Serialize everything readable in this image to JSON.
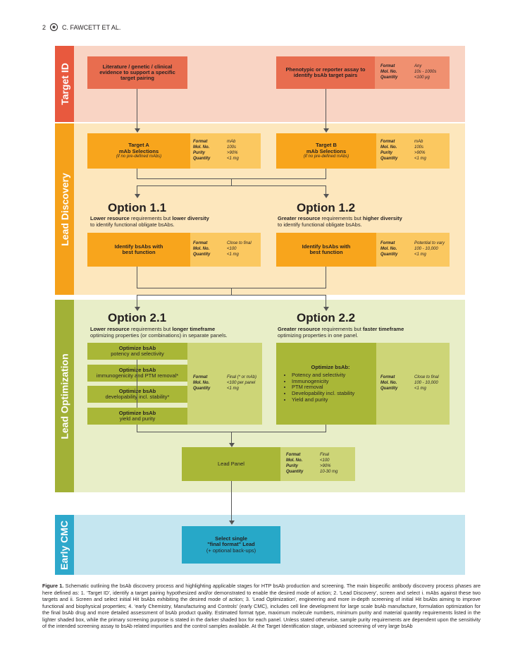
{
  "header": {
    "page_number": "2",
    "authors": "C. FAWCETT ET AL."
  },
  "phases": {
    "target_id": "Target ID",
    "lead_discovery": "Lead Discovery",
    "lead_optimization": "Lead Optimization",
    "early_cmc": "Early CMC"
  },
  "colors": {
    "target_id_bg": "#f9d4c4",
    "target_id_dark": "#e86d4f",
    "target_id_mid": "#f09070",
    "target_id_label": "#e8593e",
    "discovery_bg": "#fde7bd",
    "discovery_dark": "#f8a51c",
    "discovery_mid": "#fbc860",
    "discovery_label": "#f5a11a",
    "optimization_bg": "#e8eec8",
    "optimization_dark": "#a9b737",
    "optimization_mid": "#cdd577",
    "optimization_label": "#a2b137",
    "cmc_bg": "#c5e6f0",
    "cmc_dark": "#27a8c8",
    "cmc_label": "#2ea8cb"
  },
  "target_id": {
    "left_box": "Literature / genetic / clinical evidence to support a specific target pairing",
    "right_box": "Phenotypic or reporter assay to identify bsAb target pairs",
    "spec": {
      "format_k": "Format",
      "format_v": "Any",
      "molno_k": "Mol. No.",
      "molno_v": "10s - 1000s",
      "qty_k": "Quantity",
      "qty_v": "<100 μg"
    }
  },
  "lead_discovery": {
    "target_a_title": "Target A",
    "target_a_line2": "mAb Selections",
    "target_a_sub": "(if no pre-defined mAbs)",
    "target_b_title": "Target B",
    "target_b_line2": "mAb Selections",
    "target_b_sub": "(if no pre-defined mAbs)",
    "spec_mab": {
      "format_k": "Format",
      "format_v": "mAb",
      "molno_k": "Mol. No.",
      "molno_v": "100s",
      "purity_k": "Purity",
      "purity_v": ">90%",
      "qty_k": "Quantity",
      "qty_v": "<1 mg"
    },
    "option_11": {
      "title": "Option 1.1",
      "desc1_a": "Lower resource",
      "desc1_b": " requirements but ",
      "desc1_c": "lower diversity",
      "desc2": "to identify functional obligate bsAbs.",
      "box": "Identify bsAbs with best function",
      "spec": {
        "format_k": "Format",
        "format_v": "Close to final",
        "molno_k": "Mol. No.",
        "molno_v": "<100",
        "qty_k": "Quantity",
        "qty_v": "<1 mg"
      }
    },
    "option_12": {
      "title": "Option 1.2",
      "desc1_a": "Greater resource",
      "desc1_b": " requirements but ",
      "desc1_c": "higher diversity",
      "desc2": "to identify functional obligate bsAbs.",
      "box": "Identify bsAbs with best function",
      "spec": {
        "format_k": "Format",
        "format_v": "Potential to vary",
        "molno_k": "Mol. No.",
        "molno_v": "100 - 10,000",
        "qty_k": "Quantity",
        "qty_v": "<1 mg"
      }
    }
  },
  "lead_optimization": {
    "option_21": {
      "title": "Option 2.1",
      "desc1_a": "Lower resource",
      "desc1_b": " requirements but ",
      "desc1_c": "longer timeframe",
      "desc2": "optimizing properties (or combinations) in separate panels.",
      "steps": [
        {
          "title": "Optimize bsAb",
          "sub": "potency and selectivity"
        },
        {
          "title": "Optimize bsAb",
          "sub": "immunogenicity and PTM removal*"
        },
        {
          "title": "Optimize bsAb",
          "sub": "developability incl. stability*"
        },
        {
          "title": "Optimize bsAb",
          "sub": "yield and purity"
        }
      ],
      "spec": {
        "format_k": "Format",
        "format_v": "Final (* or mAb)",
        "molno_k": "Mol. No.",
        "molno_v": "<100 per panel",
        "qty_k": "Quantity",
        "qty_v": "<1 mg"
      }
    },
    "option_22": {
      "title": "Option 2.2",
      "desc1_a": "Greater resource",
      "desc1_b": " requirements but ",
      "desc1_c": "faster timeframe",
      "desc2": "optimizing properties in one panel.",
      "box_title": "Optimize bsAb:",
      "bullets": [
        "Potency and selectivity",
        "Immunogenicity",
        "PTM removal",
        "Developability incl. stability",
        "Yield and purity"
      ],
      "spec": {
        "format_k": "Format",
        "format_v": "Close to final",
        "molno_k": "Mol. No.",
        "molno_v": "100 - 10,000",
        "qty_k": "Quantity",
        "qty_v": "<1 mg"
      }
    },
    "lead_panel": "Lead Panel",
    "lead_spec": {
      "format_k": "Format",
      "format_v": "Final",
      "molno_k": "Mol. No.",
      "molno_v": "<100",
      "purity_k": "Purity",
      "purity_v": ">90%",
      "qty_k": "Quantity",
      "qty_v": "10-30 mg"
    }
  },
  "early_cmc": {
    "line1": "Select single",
    "line2": "\"final format\" Lead",
    "line3": "(+ optional back-ups)"
  },
  "caption": {
    "label": "Figure 1.",
    "text": " Schematic outlining the bsAb discovery process and highlighting applicable stages for HTP bsAb production and screening. The main bispecific antibody discovery process phases are here defined as: 1. ‘Target ID’, identify a target pairing hypothesized and/or demonstrated to enable the desired mode of action; 2. ‘Lead Discovery’, screen and select i. mAbs against these two targets and ii. Screen and select initial Hit bsAbs exhibiting the desired mode of action; 3. ‘Lead Optimization’, engineering and more in-depth screening of initial Hit bsAbs aiming to improve functional and biophysical properties; 4. ‘early Chemistry, Manufacturing and Controls’ (early CMC), includes cell line development for large scale bsAb manufacture, formulation optimization for the final bsAb drug and more detailed assessment of bsAb product quality. Estimated format type, maximum molecule numbers, minimum purity and material quantity requirements listed in the lighter shaded box, while the primary screening purpose is stated in the darker shaded box for each panel. Unless stated otherwise, sample purity requirements are dependent upon the sensitivity of the intended screening assay to bsAb related impurities and the control samples available. At the Target Identification stage, unbiased screening of very large bsAb"
  }
}
